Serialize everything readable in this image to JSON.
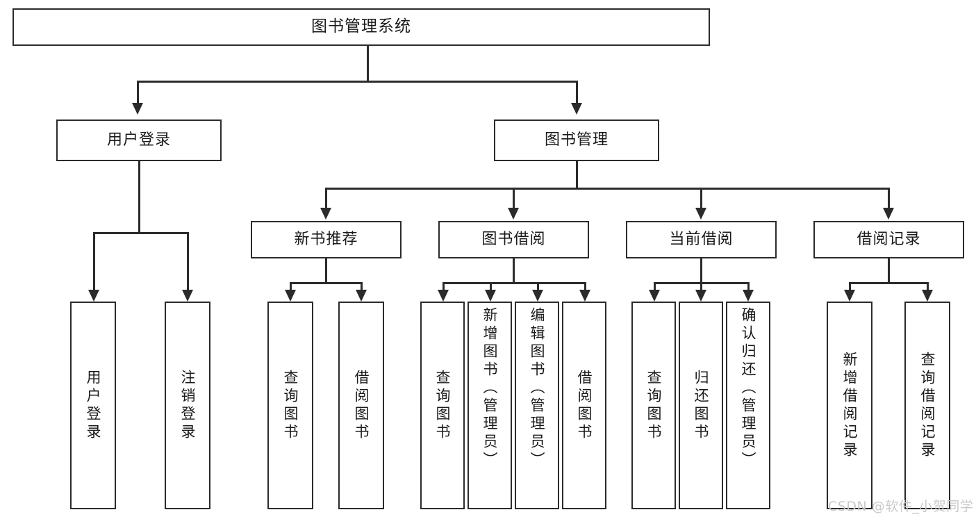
{
  "diagram": {
    "type": "tree-hierarchy",
    "title": "图书管理系统",
    "root": {
      "label": "图书管理系统"
    },
    "level2": [
      {
        "id": "user-login",
        "label": "用户登录"
      },
      {
        "id": "book-management",
        "label": "图书管理"
      }
    ],
    "level3": [
      {
        "id": "new-book-recommend",
        "label": "新书推荐"
      },
      {
        "id": "book-borrow",
        "label": "图书借阅"
      },
      {
        "id": "current-borrow",
        "label": "当前借阅"
      },
      {
        "id": "borrow-record",
        "label": "借阅记录"
      }
    ],
    "leaves": [
      {
        "id": "leaf-user-login",
        "label": "用户登录",
        "parent": "user-login"
      },
      {
        "id": "leaf-logout-login",
        "label": "注销登录",
        "parent": "user-login"
      },
      {
        "id": "leaf-query-book-1",
        "label": "查询图书",
        "parent": "new-book-recommend"
      },
      {
        "id": "leaf-borrow-book-1",
        "label": "借阅图书",
        "parent": "new-book-recommend"
      },
      {
        "id": "leaf-query-book-2",
        "label": "查询图书",
        "parent": "book-borrow"
      },
      {
        "id": "leaf-add-book",
        "label": "新增图书（管理员）",
        "parent": "book-borrow"
      },
      {
        "id": "leaf-edit-book",
        "label": "编辑图书（管理员）",
        "parent": "book-borrow"
      },
      {
        "id": "leaf-borrow-book-2",
        "label": "借阅图书",
        "parent": "book-borrow"
      },
      {
        "id": "leaf-query-book-3",
        "label": "查询图书",
        "parent": "current-borrow"
      },
      {
        "id": "leaf-return-book",
        "label": "归还图书",
        "parent": "current-borrow"
      },
      {
        "id": "leaf-confirm-return",
        "label": "确认归还（管理员）",
        "parent": "current-borrow"
      },
      {
        "id": "leaf-add-record",
        "label": "新增借阅记录",
        "parent": "borrow-record"
      },
      {
        "id": "leaf-query-record",
        "label": "查询借阅记录",
        "parent": "borrow-record"
      }
    ],
    "watermark": "CSDN @软件_小贺同学",
    "colors": {
      "stroke": "#2b2b2b",
      "fill": "#ffffff",
      "text": "#1a1a1a",
      "watermark": "#c9c9c9"
    }
  }
}
